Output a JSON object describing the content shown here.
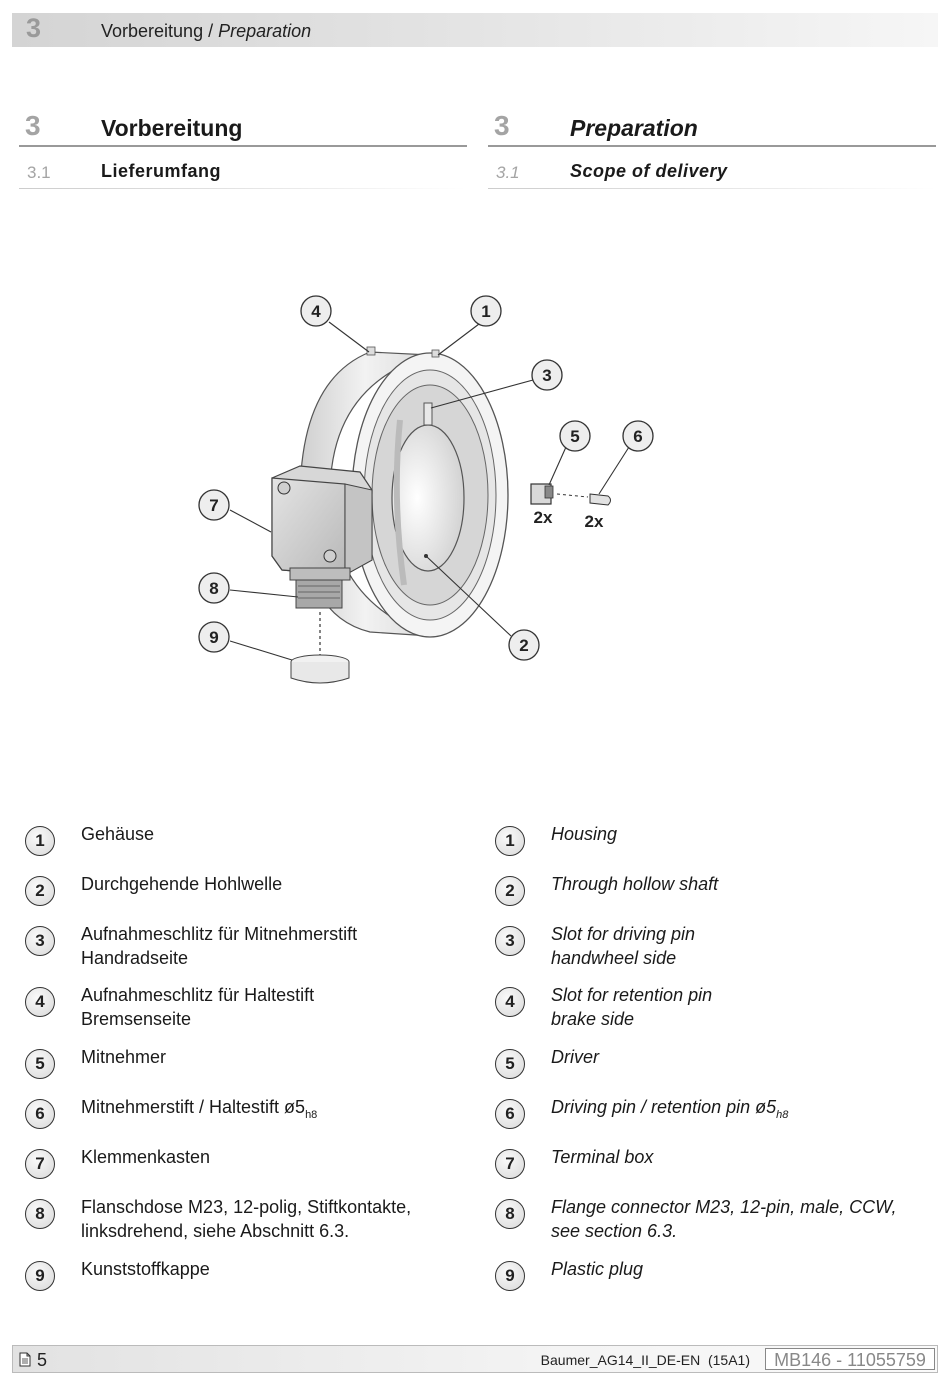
{
  "top_bar": {
    "number": "3",
    "title_de": "Vorbereitung",
    "separator": " / ",
    "title_en": "Preparation"
  },
  "heading_de": {
    "chapter_number": "3",
    "chapter_title": "Vorbereitung",
    "section_number": "3.1",
    "section_title": "Lieferumfang"
  },
  "heading_en": {
    "chapter_number": "3",
    "chapter_title": "Preparation",
    "section_number": "3.1",
    "section_title": "Scope of delivery"
  },
  "figure": {
    "callouts": [
      "4",
      "1",
      "3",
      "5",
      "6",
      "7",
      "8",
      "9",
      "2"
    ],
    "qty_5": "2x",
    "qty_6": "2x"
  },
  "legend_de": [
    {
      "num": "1",
      "line1": "Gehäuse",
      "line2": ""
    },
    {
      "num": "2",
      "line1": "Durchgehende Hohlwelle",
      "line2": ""
    },
    {
      "num": "3",
      "line1": "Aufnahmeschlitz für Mitnehmerstift",
      "line2": "Handradseite"
    },
    {
      "num": "4",
      "line1": "Aufnahmeschlitz für Haltestift",
      "line2": "Bremsenseite"
    },
    {
      "num": "5",
      "line1": "Mitnehmer",
      "line2": ""
    },
    {
      "num": "6",
      "line1": "Mitnehmerstift / Haltestift ø5",
      "sub": "h8",
      "line2": ""
    },
    {
      "num": "7",
      "line1": "Klemmenkasten",
      "line2": ""
    },
    {
      "num": "8",
      "line1": "Flanschdose M23, 12-polig, Stiftkontakte,",
      "line2": "linksdrehend, siehe Abschnitt 6.3."
    },
    {
      "num": "9",
      "line1": "Kunststoffkappe",
      "line2": ""
    }
  ],
  "legend_en": [
    {
      "num": "1",
      "line1": "Housing",
      "line2": ""
    },
    {
      "num": "2",
      "line1": "Through hollow shaft",
      "line2": ""
    },
    {
      "num": "3",
      "line1": "Slot for driving pin",
      "line2": "handwheel side"
    },
    {
      "num": "4",
      "line1": "Slot for retention pin",
      "line2": "brake side"
    },
    {
      "num": "5",
      "line1": "Driver",
      "line2": ""
    },
    {
      "num": "6",
      "line1": "Driving pin / retention pin ø5",
      "sub": "h8",
      "line2": ""
    },
    {
      "num": "7",
      "line1": "Terminal box",
      "line2": ""
    },
    {
      "num": "8",
      "line1": "Flange connector M23, 12-pin, male, CCW,",
      "line2": "see section 6.3."
    },
    {
      "num": "9",
      "line1": "Plastic plug",
      "line2": ""
    }
  ],
  "footer": {
    "page_icon": "document-icon",
    "page_number": "5",
    "document_name": "Baumer_AG14_II_DE-EN  (15A1)",
    "document_id": "MB146 - 11055759"
  }
}
